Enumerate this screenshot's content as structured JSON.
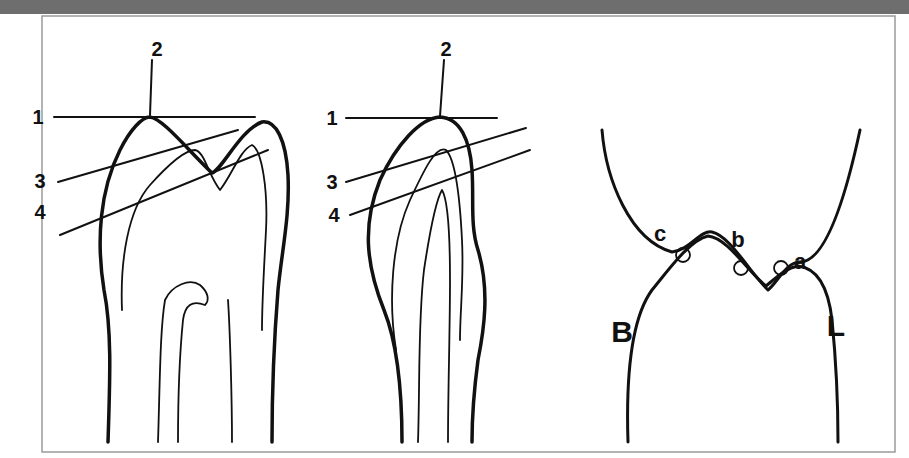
{
  "diagram": {
    "labels": [
      "1",
      "2",
      "3",
      "4",
      "1",
      "2",
      "3",
      "4",
      "c",
      "b",
      "a",
      "B",
      "L"
    ]
  }
}
